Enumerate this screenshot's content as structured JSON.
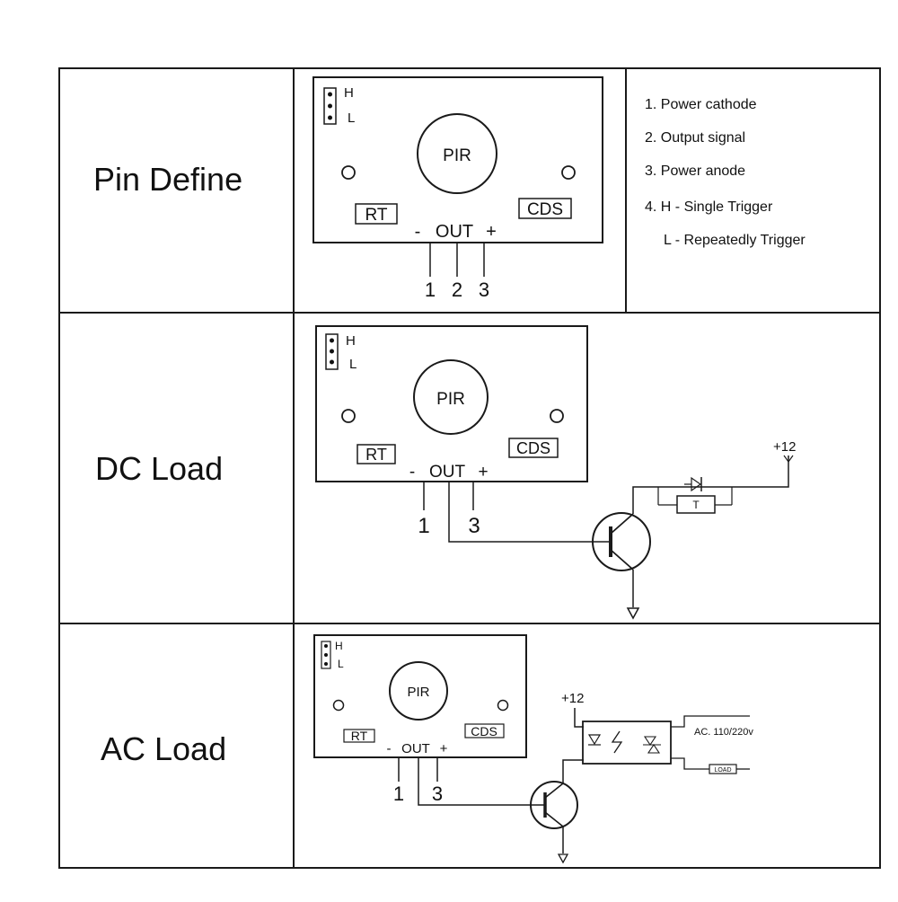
{
  "rows": {
    "pin_define": {
      "title": "Pin Define"
    },
    "dc_load": {
      "title": "DC Load"
    },
    "ac_load": {
      "title": "AC Load"
    }
  },
  "module": {
    "sensor_label": "PIR",
    "jumper_high": "H",
    "jumper_low": "L",
    "rt_label": "RT",
    "cds_label": "CDS",
    "minus_label": "-",
    "out_label": "OUT",
    "plus_label": "+"
  },
  "pins": {
    "p1": "1",
    "p2": "2",
    "p3": "3"
  },
  "legend": {
    "items": [
      "1. Power cathode",
      "2. Output signal",
      "3. Power anode",
      "4. H - Single Trigger",
      "L -  Repeatedly Trigger"
    ]
  },
  "circuits": {
    "dc_supply": "+12",
    "relay_label": "T",
    "ac_supply": "+12",
    "ac_mains": "AC. 110/220v",
    "resistor_label": "LOAD"
  }
}
